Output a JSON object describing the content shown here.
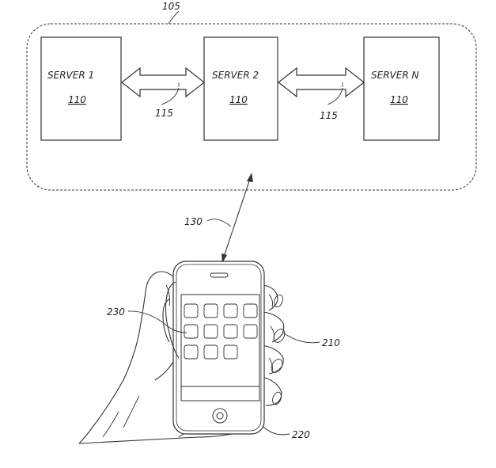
{
  "cluster": {
    "ref": "105"
  },
  "servers": [
    {
      "label": "SERVER 1",
      "ref": "110"
    },
    {
      "label": "SERVER 2",
      "ref": "110"
    },
    {
      "label": "SERVER N",
      "ref": "110"
    }
  ],
  "links": [
    {
      "ref": "115"
    },
    {
      "ref": "115"
    }
  ],
  "wireless": {
    "ref": "130"
  },
  "device": {
    "ref_device": "220",
    "ref_hand": "210",
    "ref_icons": "230"
  }
}
